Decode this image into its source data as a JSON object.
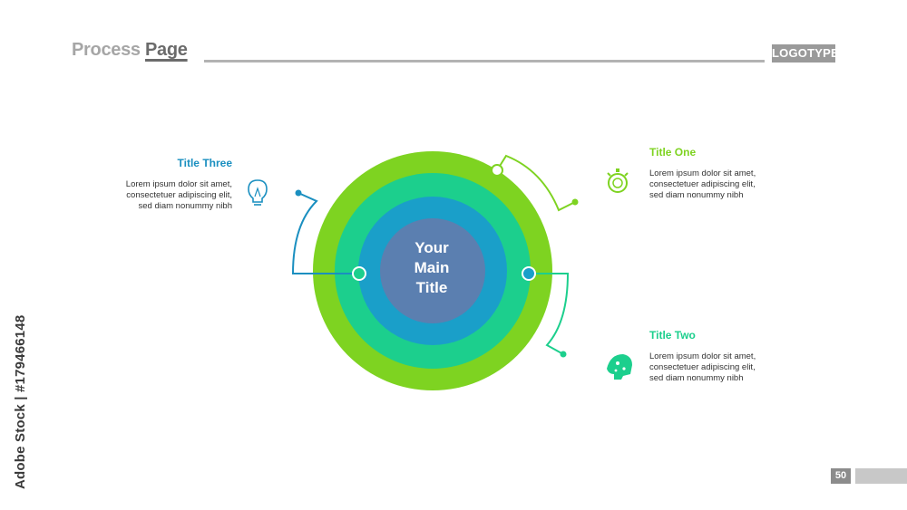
{
  "header": {
    "title_part1": "Process",
    "title_part2": "Page",
    "logotype": "LOGOTYPE"
  },
  "watermark_side": "Adobe Stock | #179466148",
  "center": {
    "title_line1": "Your",
    "title_line2": "Main",
    "title_line3": "Title"
  },
  "items": [
    {
      "title": "Title One",
      "line1": "Lorem ipsum dolor sit amet,",
      "line2": "consectetuer adipiscing elit,",
      "line3": "sed diam nonummy nibh",
      "icon": "stopwatch-icon"
    },
    {
      "title": "Title Two",
      "line1": "Lorem ipsum dolor sit amet,",
      "line2": "consectetuer adipiscing elit,",
      "line3": "sed diam nonummy nibh",
      "icon": "puzzle-head-icon"
    },
    {
      "title": "Title Three",
      "line1": "Lorem ipsum dolor sit amet,",
      "line2": "consectetuer adipiscing elit,",
      "line3": "sed diam nonummy nibh",
      "icon": "lightbulb-icon"
    }
  ],
  "footer": {
    "page_number": "50"
  },
  "colors": {
    "ring_outer": "#7ed321",
    "ring_second": "#1ccf8d",
    "ring_third": "#1a9fc9",
    "core": "#5b7fb0",
    "title_one": "#7ed321",
    "title_two": "#1ccf8d",
    "title_three": "#1a8fc0"
  }
}
